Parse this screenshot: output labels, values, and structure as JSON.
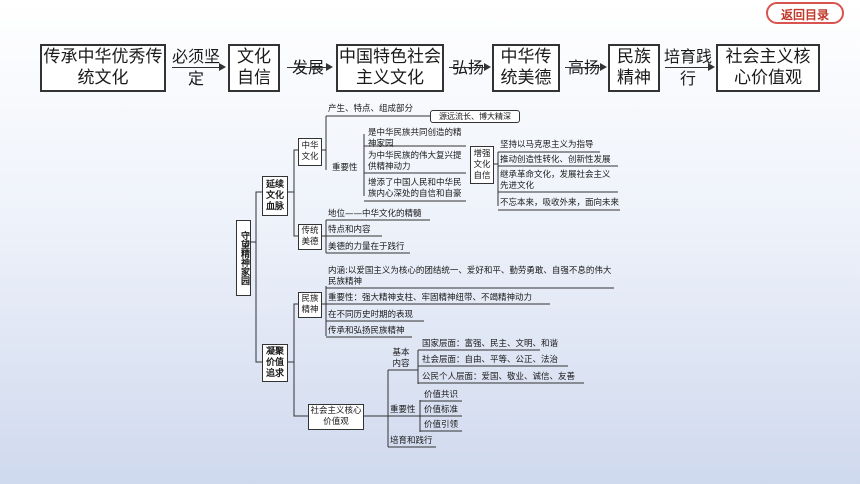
{
  "back_button": "返回目录",
  "chain": {
    "boxes": [
      "传承中华优秀传统文化",
      "文化自信",
      "中国特色社会主义文化",
      "中华传统美德",
      "民族精神",
      "社会主义核心价值观"
    ],
    "verbs": [
      "必须坚定",
      "发展",
      "弘扬",
      "高扬",
      "培育践行"
    ]
  },
  "tree": {
    "root": "守望精神家园",
    "branch1": "延续文化血脉",
    "branch2": "凝聚价值追求",
    "zhonghua_wenhua": "中华文化",
    "zhw_item1": "产生、特点、组成部分",
    "zhw_item1_result": "源远流长、博大精深",
    "importance": "重要性",
    "imp1": "是中华民族共同创造的精神家园",
    "imp2": "为中华民族的伟大复兴提供精神动力",
    "imp3": "增添了中国人民和中华民族内心深处的自信和自豪",
    "zengqiang": "增强文化自信",
    "zq1": "坚持以马克思主义为指导",
    "zq2": "推动创造性转化、创新性发展",
    "zq3": "继承革命文化，发展社会主义先进文化",
    "zq4": "不忘本来，吸收外来，面向未来",
    "chuantong_meide": "传统美德",
    "ctmd1": "地位——中华文化的精髓",
    "ctmd2": "特点和内容",
    "ctmd3": "美德的力量在于践行",
    "minzu_jingshen": "民族精神",
    "mzjs1": "内涵:以爱国主义为核心的团结统一、爱好和平、勤劳勇敢、自强不息的伟大民族精神",
    "mzjs2": "重要性：强大精神支柱、牢固精神纽带、不竭精神动力",
    "mzjs3": "在不同历史时期的表现",
    "mzjs4": "传承和弘扬民族精神",
    "hexin_jiazhi": "社会主义核心价值观",
    "basic": "基本内容",
    "basic1": "国家层面：富强、民主、文明、和谐",
    "basic2": "社会层面：自由、平等、公正、法治",
    "basic3": "公民个人层面：爱国、敬业、诚信、友善",
    "hx_importance": "重要性",
    "hximp1": "价值共识",
    "hximp2": "价值标准",
    "hximp3": "价值引领",
    "peiyu": "培育和践行"
  }
}
